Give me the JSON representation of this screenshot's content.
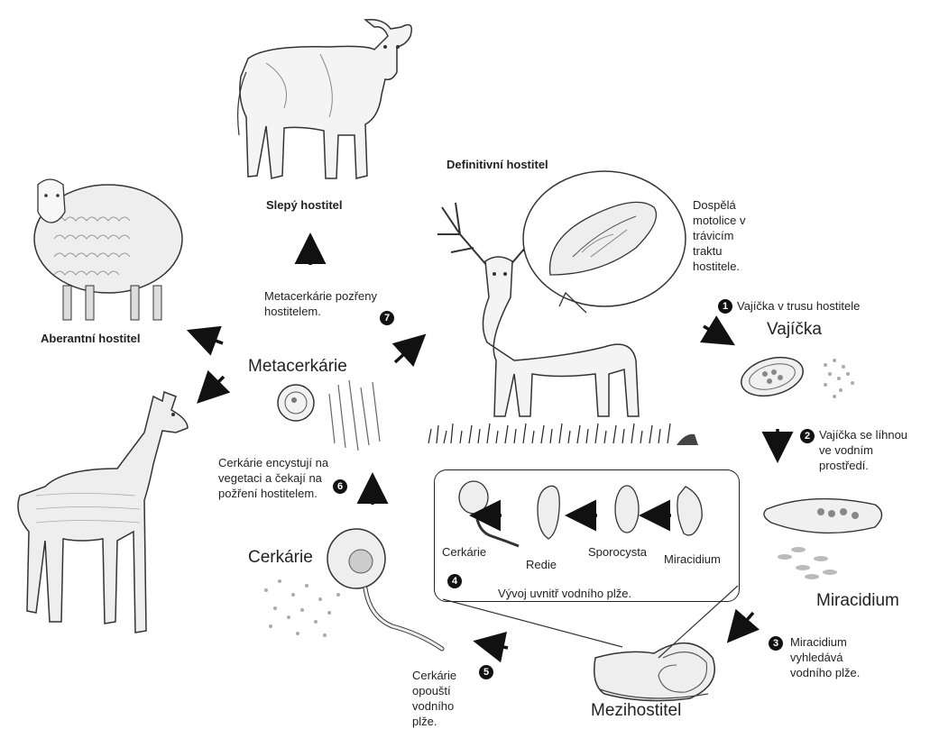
{
  "labels": {
    "definitive_host": "Definitivní hostitel",
    "dead_end_host": "Slepý hostitel",
    "aberrant_host": "Aberantní hostitel",
    "adult_fluke": "Dospělá motolice v trávicím traktu hostitele.",
    "eggs": "Vajíčka",
    "miracidium_big": "Miracidium",
    "intermediate_host": "Mezihostitel",
    "cercariae_big": "Cerkárie",
    "metacercariae": "Metacerkárie",
    "box_cercaria": "Cerkárie",
    "box_redia": "Redie",
    "box_sporocyst": "Sporocysta",
    "box_miracidium": "Miracidium",
    "box_caption": "Vývoj uvnitř vodního plže."
  },
  "steps": [
    {
      "num": "1",
      "text": "Vajíčka v trusu hostitele"
    },
    {
      "num": "2",
      "text": "Vajíčka se líhnou ve vodním prostředí."
    },
    {
      "num": "3",
      "text": "Miracidium vyhledává vodního plže."
    },
    {
      "num": "4",
      "text": ""
    },
    {
      "num": "5",
      "text": "Cerkárie opouští vodního plže."
    },
    {
      "num": "6",
      "text": "Cerkárie encystují na vegetaci a čekají na požření hostitelem."
    },
    {
      "num": "7",
      "text": "Metacerkárie pozřeny hostitelem."
    }
  ]
}
